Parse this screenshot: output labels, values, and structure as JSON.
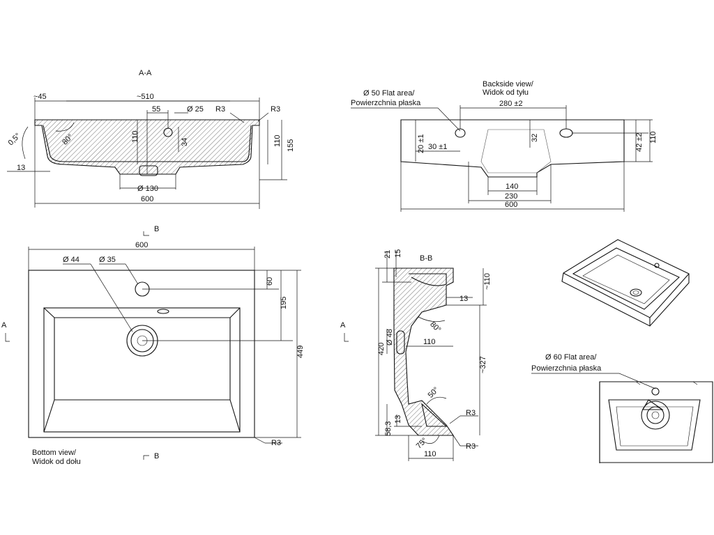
{
  "views": {
    "section_aa": {
      "title": "A-A",
      "dims": {
        "d45": "~45",
        "d510": "~510",
        "d55": "55",
        "d25": "Ø 25",
        "r3a": "R3",
        "r3b": "R3",
        "a05": "0,5°",
        "a80": "80°",
        "d110a": "110",
        "d34": "34",
        "d110b": "110",
        "d155": "155",
        "d13": "13",
        "d130": "Ø 130",
        "d600": "600"
      }
    },
    "backside": {
      "title_line1": "Backside  view/",
      "title_line2": "Widok od tyłu",
      "flat_line1": "Ø 50 Flat area/",
      "flat_line2": "Powierzchnia płaska",
      "dims": {
        "d280": "280 ±2",
        "d20": "20 ±1",
        "d30": "30 ±1",
        "d32": "32",
        "d42": "42 ±2",
        "d110": "110",
        "d140": "140",
        "d230": "230",
        "d600": "600"
      }
    },
    "bottom": {
      "title_line1": "Bottom view/",
      "title_line2": "Widok od dołu",
      "dims": {
        "d600": "600",
        "d44": "Ø 44",
        "d35": "Ø 35",
        "d60": "60",
        "d195": "195",
        "d449": "449",
        "r3": "R3"
      },
      "markers": {
        "a": "A",
        "b": "B"
      }
    },
    "section_bb": {
      "title": "B-B",
      "dims": {
        "d21": "21",
        "d15": "15",
        "d110a": "~110",
        "d13a": "13",
        "a80": "80°",
        "d48": "Ø 48",
        "d110b": "110",
        "d420": "420",
        "d327": "~327",
        "a50": "50°",
        "r3a": "R3",
        "d583": "58,3",
        "d13b": "13",
        "a75": "75°",
        "r3b": "R3",
        "d110c": "110"
      },
      "markers": {
        "a": "A"
      }
    },
    "top_detail": {
      "flat_line1": "Ø 60 Flat area/",
      "flat_line2": "Powierzchnia płaska"
    }
  }
}
